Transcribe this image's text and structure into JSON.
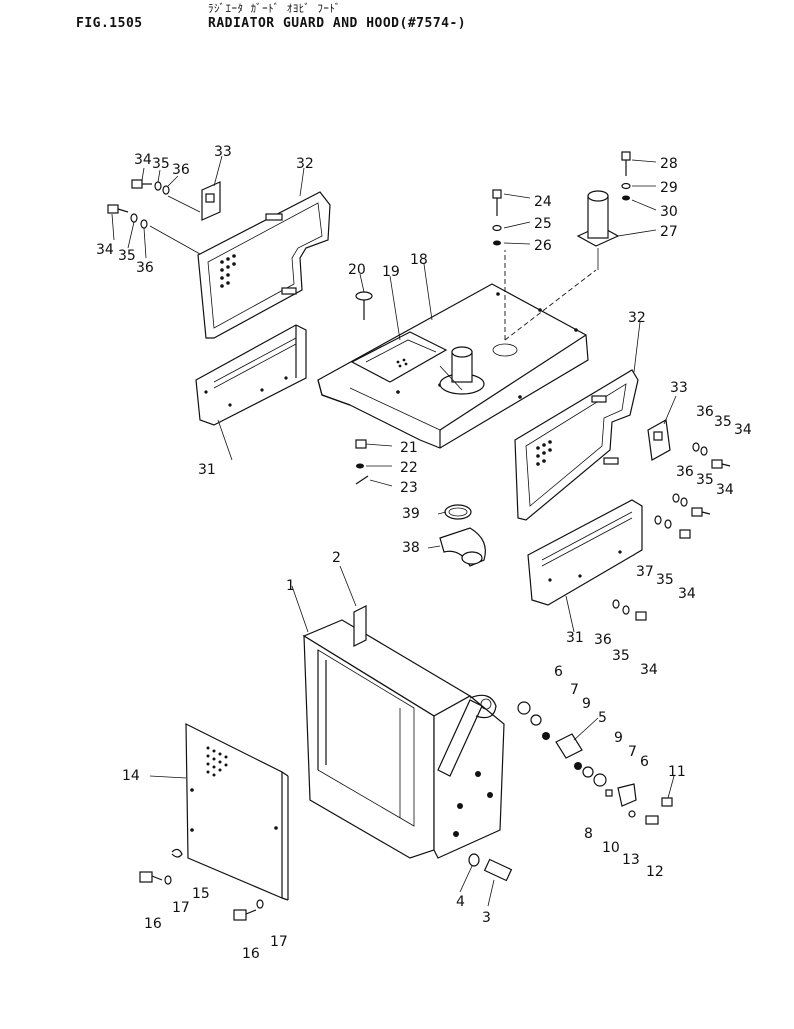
{
  "header": {
    "figure_no": "FIG.1505",
    "title_kana": "ﾗｼﾞｴｰﾀ ｶﾞｰﾄﾞ ｵﾖﾋﾞ ﾌｰﾄﾞ",
    "title": "RADIATOR GUARD AND HOOD(#7574-)"
  },
  "callouts": [
    {
      "n": "1"
    },
    {
      "n": "2"
    },
    {
      "n": "3"
    },
    {
      "n": "4"
    },
    {
      "n": "5"
    },
    {
      "n": "6"
    },
    {
      "n": "7"
    },
    {
      "n": "9"
    },
    {
      "n": "9"
    },
    {
      "n": "7"
    },
    {
      "n": "6"
    },
    {
      "n": "8"
    },
    {
      "n": "10"
    },
    {
      "n": "11"
    },
    {
      "n": "12"
    },
    {
      "n": "13"
    },
    {
      "n": "14"
    },
    {
      "n": "15"
    },
    {
      "n": "16"
    },
    {
      "n": "17"
    },
    {
      "n": "16"
    },
    {
      "n": "17"
    },
    {
      "n": "18"
    },
    {
      "n": "19"
    },
    {
      "n": "20"
    },
    {
      "n": "21"
    },
    {
      "n": "22"
    },
    {
      "n": "23"
    },
    {
      "n": "24"
    },
    {
      "n": "25"
    },
    {
      "n": "26"
    },
    {
      "n": "27"
    },
    {
      "n": "28"
    },
    {
      "n": "29"
    },
    {
      "n": "30"
    },
    {
      "n": "31"
    },
    {
      "n": "31"
    },
    {
      "n": "32"
    },
    {
      "n": "32"
    },
    {
      "n": "33"
    },
    {
      "n": "33"
    },
    {
      "n": "34"
    },
    {
      "n": "35"
    },
    {
      "n": "36"
    },
    {
      "n": "34"
    },
    {
      "n": "35"
    },
    {
      "n": "36"
    },
    {
      "n": "36"
    },
    {
      "n": "35"
    },
    {
      "n": "34"
    },
    {
      "n": "36"
    },
    {
      "n": "35"
    },
    {
      "n": "34"
    },
    {
      "n": "37"
    },
    {
      "n": "35"
    },
    {
      "n": "34"
    },
    {
      "n": "36"
    },
    {
      "n": "35"
    },
    {
      "n": "34"
    },
    {
      "n": "38"
    },
    {
      "n": "39"
    }
  ]
}
